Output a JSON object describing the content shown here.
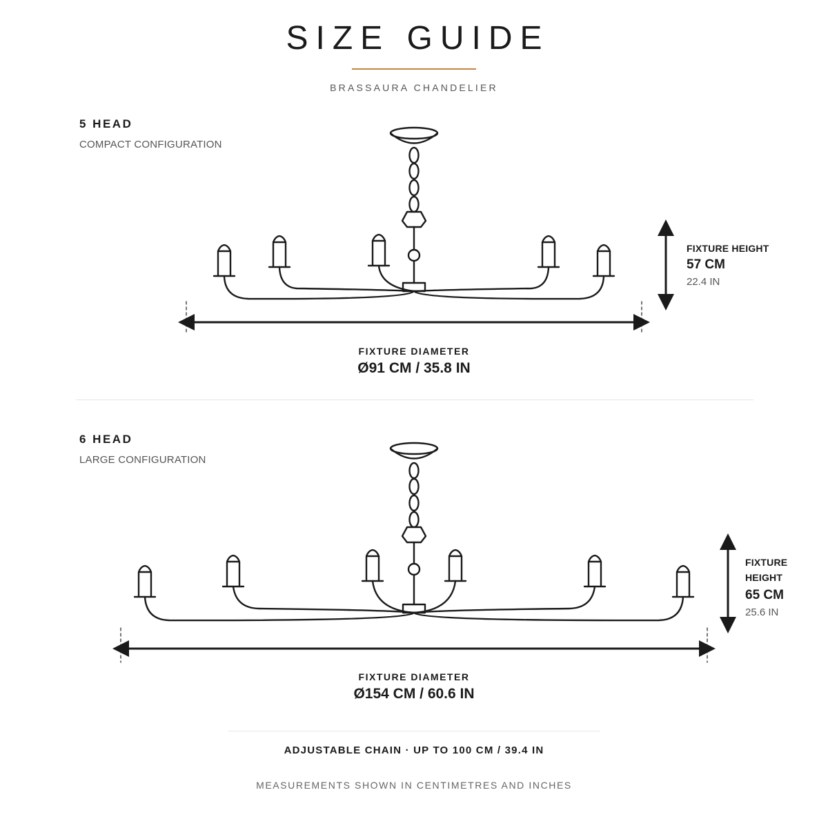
{
  "header": {
    "title": "SIZE GUIDE",
    "subtitle": "BRASSAURA CHANDELIER",
    "accent_color": "#c4843e"
  },
  "sections": [
    {
      "heading": "5 HEAD",
      "subheading": "COMPACT CONFIGURATION",
      "candles": 5,
      "height": {
        "label": "FIXTURE HEIGHT",
        "cm": "57 CM",
        "in": "22.4 IN"
      },
      "diameter": {
        "label": "FIXTURE DIAMETER",
        "value": "Ø91 CM / 35.8 IN"
      }
    },
    {
      "heading": "6 HEAD",
      "subheading": "LARGE CONFIGURATION",
      "candles": 6,
      "height": {
        "label_line1": "FIXTURE",
        "label_line2": "HEIGHT",
        "cm": "65 CM",
        "in": "25.6 IN"
      },
      "diameter": {
        "label": "FIXTURE DIAMETER",
        "value": "Ø154 CM / 60.6 IN"
      }
    }
  ],
  "notes": {
    "chain": "ADJUSTABLE CHAIN · UP TO 100 CM / 39.4 IN",
    "footer": "MEASUREMENTS SHOWN IN CENTIMETRES AND INCHES"
  },
  "colors": {
    "line": "#1a1a1a",
    "muted": "#555555",
    "divider": "#e6e6e6"
  }
}
